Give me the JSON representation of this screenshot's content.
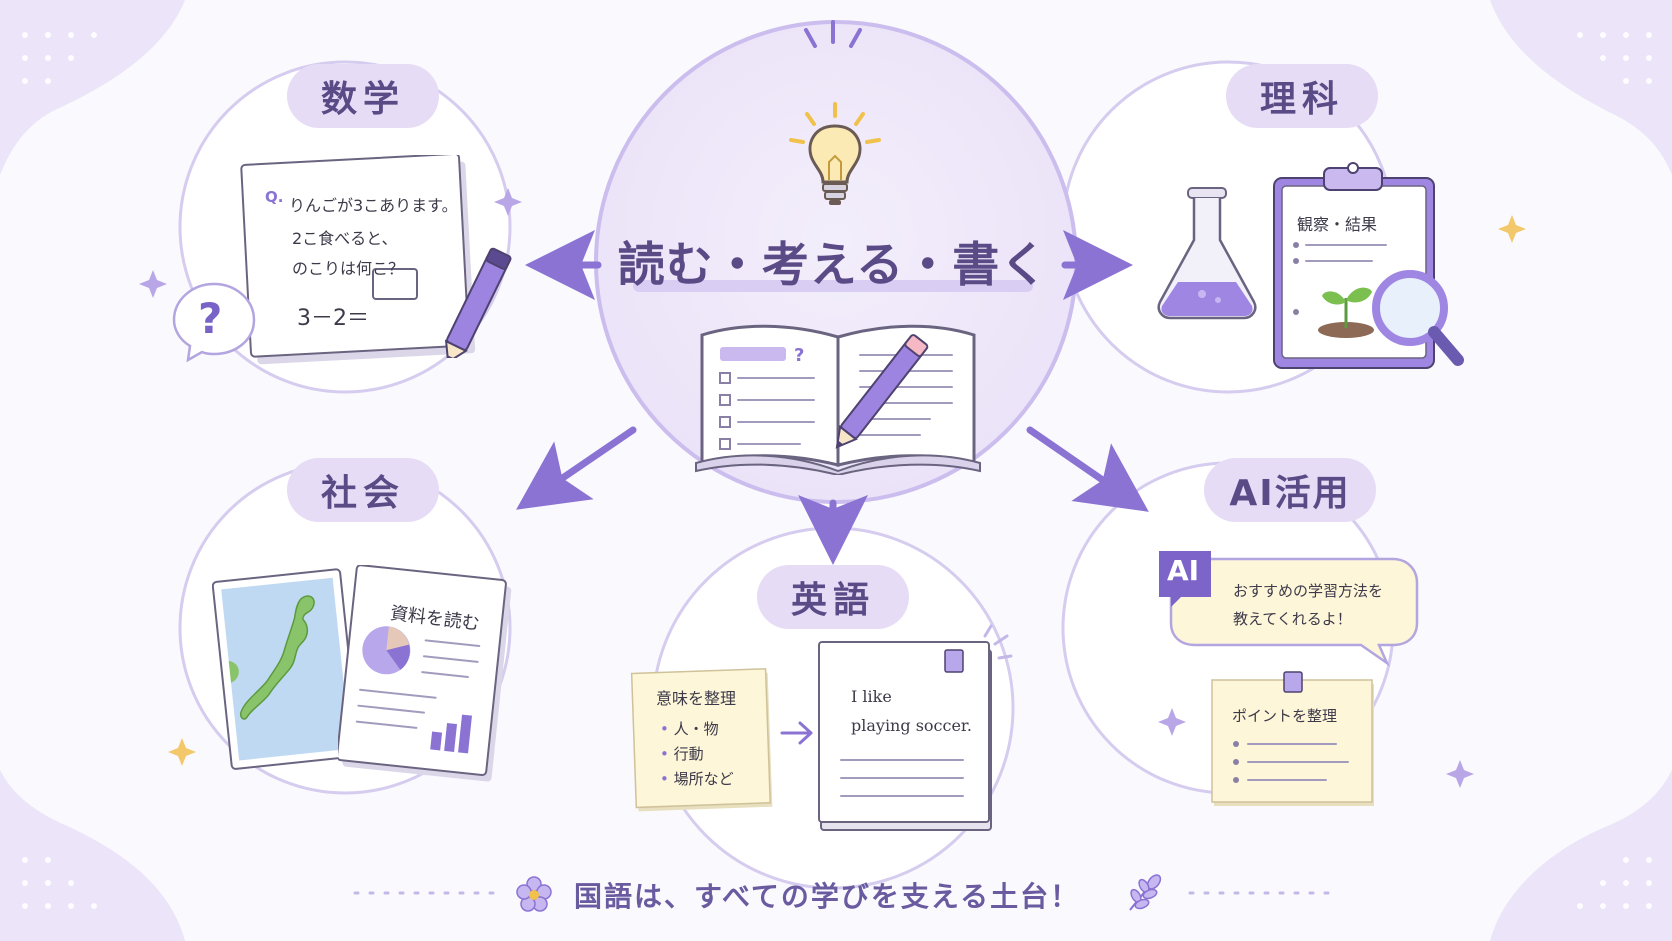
{
  "central": {
    "title": "読む・考える・書く"
  },
  "math": {
    "label": "数学",
    "q_mark": "Q.",
    "problem_lines": [
      "りんごが3こあります。",
      "2こ食べると、",
      "のこりは何こ？"
    ],
    "equation": "3－2＝",
    "bubble": "?"
  },
  "science": {
    "label": "理科",
    "clipboard_title": "観察・結果"
  },
  "social": {
    "label": "社会",
    "doc_title": "資料を読む"
  },
  "english": {
    "label": "英語",
    "note_title": "意味を整理",
    "note_items": [
      "人・物",
      "行動",
      "場所など"
    ],
    "sentence_lines": [
      "I  like",
      "playing soccer."
    ]
  },
  "ai": {
    "label": "AI活用",
    "badge": "AI",
    "bubble_lines": [
      "おすすめの学習方法を",
      "教えてくれるよ！"
    ],
    "note_title": "ポイントを整理"
  },
  "footer": {
    "text": "国語は、すべての学びを支える土台！"
  },
  "colors": {
    "accent": "#8a73d3",
    "accent_dark": "#5a4a86",
    "pill_bg": "#e6dcf6",
    "note_yellow": "#fdf6d8",
    "circle_border": "#d6ccef"
  }
}
